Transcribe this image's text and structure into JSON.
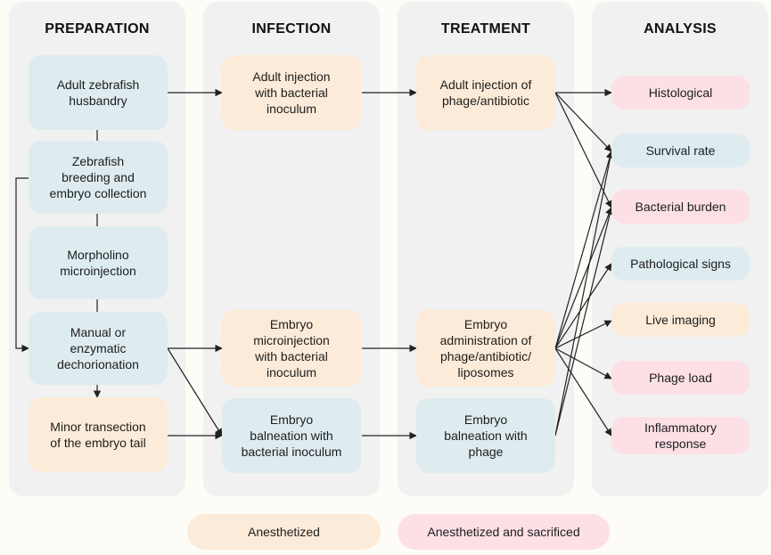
{
  "columns": {
    "preparation": "PREPARATION",
    "infection": "INFECTION",
    "treatment": "TREATMENT",
    "analysis": "ANALYSIS"
  },
  "preparation": {
    "adult_husbandry": "Adult zebrafish\nhusbandry",
    "breeding": "Zebrafish\nbreeding and\nembryo collection",
    "morpholino": "Morpholino\nmicroinjection",
    "dechorionation": "Manual or\nenzymatic\ndechorionation",
    "tail_transection": "Minor transection\nof the embryo tail"
  },
  "infection": {
    "adult_injection": "Adult injection\nwith bacterial\ninoculum",
    "embryo_microinjection": "Embryo\nmicroinjection\nwith bacterial\ninoculum",
    "embryo_balneation": "Embryo\nbalneation with\nbacterial inoculum"
  },
  "treatment": {
    "adult_injection": "Adult injection of\nphage/antibiotic",
    "embryo_administration": "Embryo\nadministration of\nphage/antibiotic/\nliposomes",
    "embryo_balneation": "Embryo\nbalneation with\nphage"
  },
  "analysis": {
    "histological": "Histological",
    "survival_rate": "Survival rate",
    "bacterial_burden": "Bacterial burden",
    "pathological_signs": "Pathological signs",
    "live_imaging": "Live imaging",
    "phage_load": "Phage load",
    "inflammatory_response": "Inflammatory\nresponse"
  },
  "legend": {
    "anesthetized": "Anesthetized",
    "anesthetized_sacrificed": "Anesthetized and sacrificed"
  },
  "colors": {
    "blue": "#deecf0",
    "peach": "#fcebd8",
    "pink": "#fce0e6",
    "column": "#f1f1f1"
  }
}
